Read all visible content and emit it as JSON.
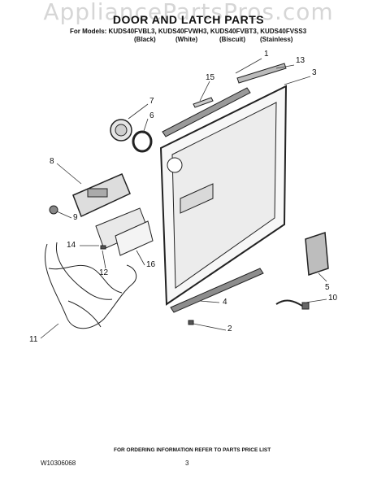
{
  "watermark": "AppliancePartsPros.com",
  "title": "DOOR AND LATCH PARTS",
  "models_line": "For Models: KUDS40FVBL3, KUDS40FVWH3, KUDS40FVBT3, KUDS40FVSS3",
  "variants": [
    "(Black)",
    "(White)",
    "(Biscuit)",
    "(Stainless)"
  ],
  "callouts": [
    "1",
    "13",
    "3",
    "15",
    "7",
    "6",
    "8",
    "9",
    "14",
    "12",
    "16",
    "11",
    "5",
    "4",
    "10",
    "2"
  ],
  "footer_note": "FOR ORDERING INFORMATION REFER TO PARTS PRICE LIST",
  "doc_number": "W10306068",
  "page_number": "3"
}
